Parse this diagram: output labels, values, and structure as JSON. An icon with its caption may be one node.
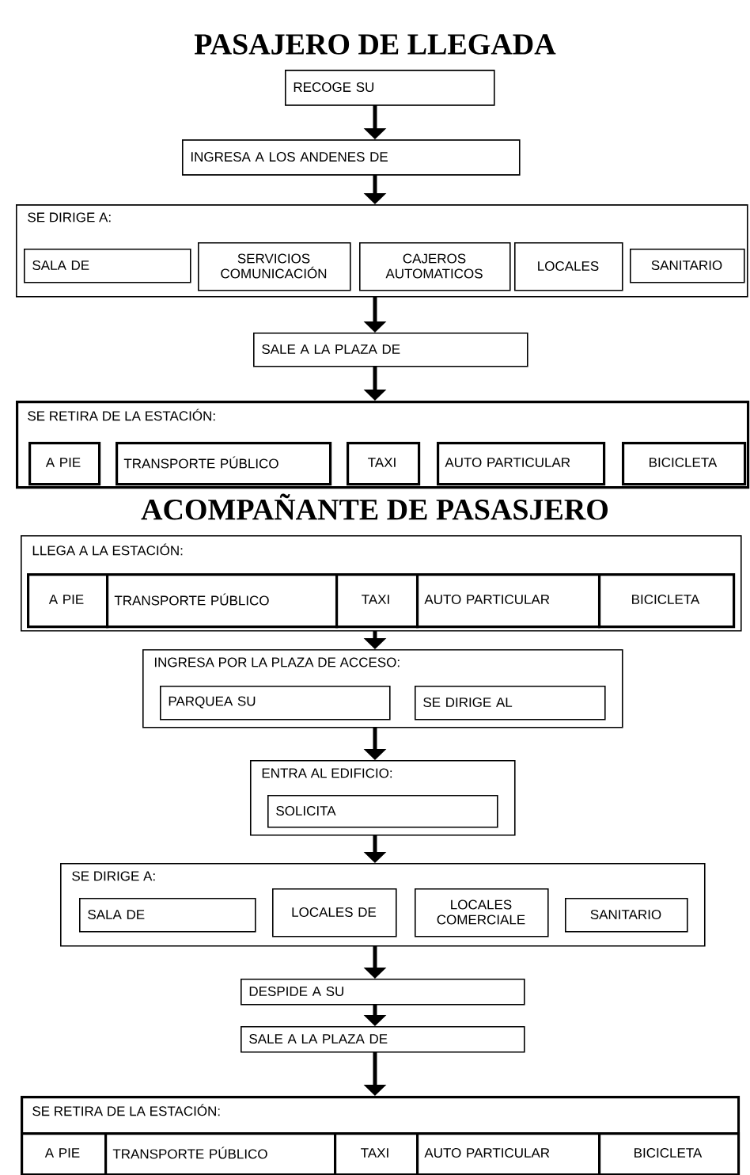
{
  "diagram": {
    "title": "PASAJERO DE LLEGADA",
    "nodes": [
      {
        "text": [
          "RECOGE SU"
        ]
      },
      {
        "text": [
          "INGRESA A LOS ANDENES DE"
        ]
      },
      {
        "text": [
          "SE DIRIGE A:"
        ]
      },
      {
        "text": [
          "SALA DE"
        ],
        "in": 2
      },
      {
        "text": [
          "SERVICIOS COMUNICACIÓN"
        ],
        "in": 2
      },
      {
        "text": [
          "CAJEROS AUTOMATICOS"
        ],
        "in": 2
      },
      {
        "text": [
          "LOCALES"
        ],
        "in": 2
      },
      {
        "text": [
          "SANITARIO"
        ],
        "in": 2
      },
      {
        "text": [
          "SALE A LA PLAZA DE"
        ]
      },
      {
        "text": [
          "SE RETIRA DE LA ESTACIÓN:"
        ]
      },
      {
        "text": [
          "A PIE"
        ],
        "in": 9
      },
      {
        "text": [
          "TRANSPORTE PÚBLICO"
        ],
        "in": 9
      },
      {
        "text": [
          "TAXI"
        ],
        "in": 9
      },
      {
        "text": [
          "AUTO PARTICULAR"
        ],
        "in": 9
      },
      {
        "text": [
          "BICICLETA"
        ],
        "in": 9
      },
      {
        "text": [
          "LLEGA A LA ESTACIÓN:"
        ]
      },
      {
        "text": [
          "A PIE"
        ],
        "in": 15
      },
      {
        "text": [
          "TRANSPORTE PÚBLICO"
        ],
        "in": 15
      },
      {
        "text": [
          "TAXI"
        ],
        "in": 15
      },
      {
        "text": [
          "AUTO PARTICULAR"
        ],
        "in": 15
      },
      {
        "text": [
          "BICICLETA"
        ],
        "in": 15
      },
      {
        "text": [
          "INGRESA POR LA PLAZA DE ACCESO:"
        ]
      },
      {
        "text": [
          "PARQUEA SU"
        ],
        "in": 21
      },
      {
        "text": [
          "SE DIRIGE AL"
        ],
        "in": 21
      },
      {
        "text": [
          "ENTRA AL EDIFICIO:"
        ]
      },
      {
        "text": [
          "SOLICITA"
        ],
        "in": 24
      },
      {
        "text": [
          "SE DIRIGE A:"
        ]
      },
      {
        "text": [
          "SALA DE"
        ],
        "in": 26
      },
      {
        "text": [
          "LOCALES DE"
        ],
        "in": 26
      },
      {
        "text": [
          "LOCALES COMERCIALE"
        ],
        "in": 26
      },
      {
        "text": [
          "SANITARIO"
        ],
        "in": 26
      },
      {
        "text": [
          "DESPIDE A SU"
        ]
      },
      {
        "text": [
          "SALE A LA PLAZA DE"
        ]
      },
      {
        "text": [
          "SE RETIRA DE LA ESTACIÓN:"
        ]
      },
      {
        "text": [
          "A PIE"
        ],
        "in": 33
      },
      {
        "text": [
          "TRANSPORTE PÚBLICO"
        ],
        "in": 33
      },
      {
        "text": [
          "TAXI"
        ],
        "in": 33
      },
      {
        "text": [
          "AUTO PARTICULAR"
        ],
        "in": 33
      },
      {
        "text": [
          "BICICLETA"
        ],
        "in": 33
      }
    ],
    "edges": [
      {
        "from": 0,
        "to": 1,
        "arrow": "to"
      },
      {
        "from": 1,
        "to": 2,
        "arrow": "to"
      },
      {
        "from": 2,
        "to": 8,
        "arrow": "to"
      },
      {
        "from": 8,
        "to": 9,
        "arrow": "to"
      },
      {
        "from": 15,
        "to": 21,
        "arrow": "to"
      },
      {
        "from": 21,
        "to": 24,
        "arrow": "to"
      },
      {
        "from": 24,
        "to": 26,
        "arrow": "to"
      },
      {
        "from": 26,
        "to": 31,
        "arrow": "to"
      },
      {
        "from": 31,
        "to": 32,
        "arrow": "to"
      },
      {
        "from": 32,
        "to": 33,
        "arrow": "to"
      }
    ],
    "labels": [
      "ACOMPAÑANTE DE PASASJERO"
    ]
  }
}
